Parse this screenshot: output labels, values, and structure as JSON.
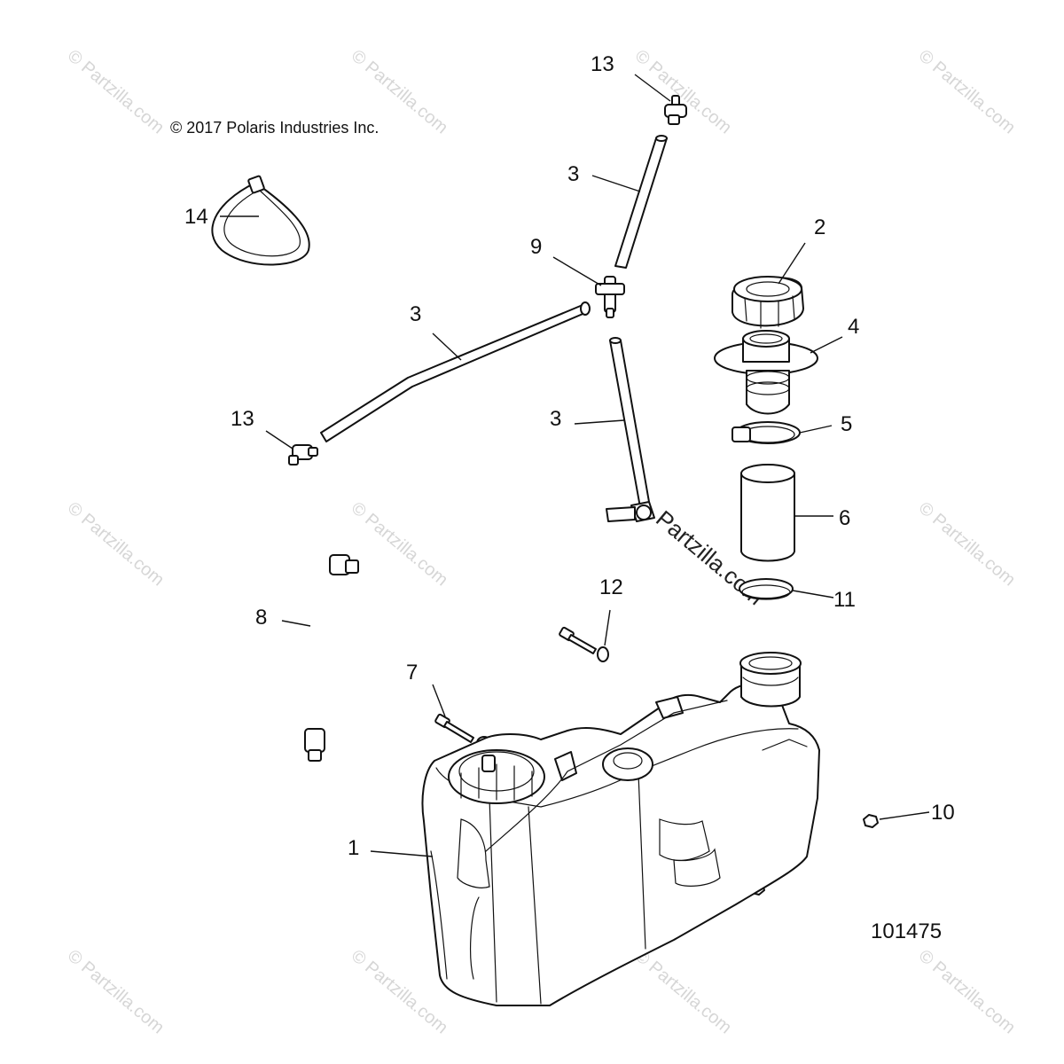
{
  "diagram": {
    "copyright": "© 2017 Polaris Industries Inc.",
    "figure_id": "101475",
    "watermark": "© Partzilla.com",
    "brand_watermark": "Partzilla.com",
    "callouts": {
      "tank": "1",
      "cap": "2",
      "hose_top": "3",
      "hose_long": "3",
      "hose_lower": "3",
      "filler_neck": "4",
      "clamp": "5",
      "fill_hose": "6",
      "bolt_left": "7",
      "fuel_line": "8",
      "tee": "9",
      "nut": "10",
      "band": "11",
      "bolt_right": "12",
      "valve_top": "13",
      "valve_left": "13",
      "tie": "14"
    }
  }
}
